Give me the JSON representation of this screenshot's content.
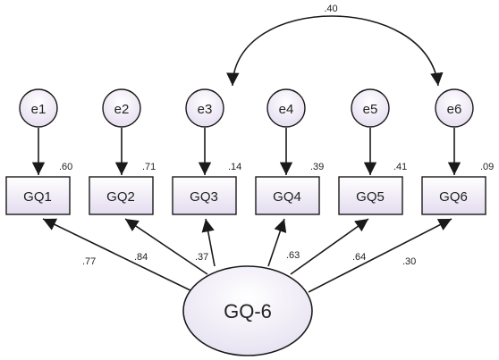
{
  "factor": {
    "label": "GQ-6"
  },
  "errors": [
    {
      "label": "e1"
    },
    {
      "label": "e2"
    },
    {
      "label": "e3"
    },
    {
      "label": "e4"
    },
    {
      "label": "e5"
    },
    {
      "label": "e6"
    }
  ],
  "indicators": [
    {
      "label": "GQ1",
      "r2": ".60",
      "loading": ".77"
    },
    {
      "label": "GQ2",
      "r2": ".71",
      "loading": ".84"
    },
    {
      "label": "GQ3",
      "r2": ".14",
      "loading": ".37"
    },
    {
      "label": "GQ4",
      "r2": ".39",
      "loading": ".63"
    },
    {
      "label": "GQ5",
      "r2": ".41",
      "loading": ".64"
    },
    {
      "label": "GQ6",
      "r2": ".09",
      "loading": ".30"
    }
  ],
  "covariance": {
    "from": "e3",
    "to": "e6",
    "value": ".40"
  },
  "colors": {
    "stroke": "#1a1a1a",
    "node_fill_top": "#ffffff",
    "node_fill_bottom": "#e6dff0"
  }
}
